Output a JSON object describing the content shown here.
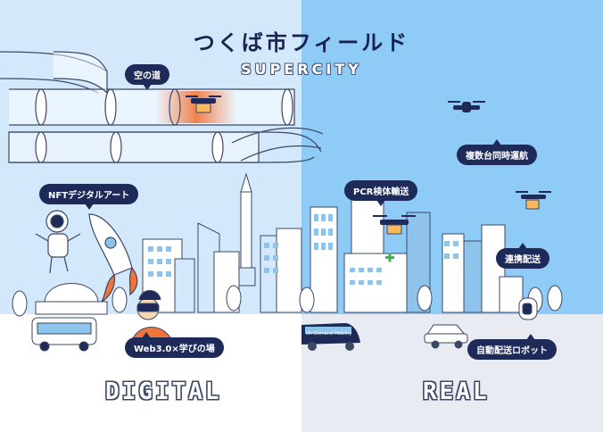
{
  "title": "つくば市フィールド",
  "subtitle": "SUPERCITY",
  "sides": {
    "left_label": "DIGITAL",
    "right_label": "REAL"
  },
  "tags": {
    "sky_road": "空の道",
    "nft_art": "NFTデジタルアート",
    "web3_learning": "Web3.0×学びの場",
    "pcr_transport": "PCR検体輸送",
    "multi_drone": "複数台同時運航",
    "linked_delivery": "連携配送",
    "auto_delivery_robot": "自動配送ロボット"
  },
  "vehicle_text": "On-Demand Mobility",
  "colors": {
    "navy": "#1e2a58",
    "sky_left": "#d3e8fa",
    "sky_right": "#8fcbf7",
    "ground_right": "#e8ebf1",
    "accent_orange": "#f0753a",
    "building_blue": "#8ec3ec",
    "hospital_green": "#3fb34f"
  }
}
